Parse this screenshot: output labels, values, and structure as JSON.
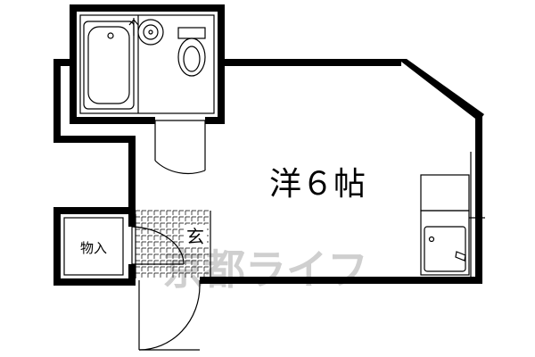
{
  "rooms": {
    "main": "洋６帖",
    "storage": "物入",
    "entrance": "玄"
  },
  "watermark": "京都ライフ",
  "colors": {
    "wall": "#000000",
    "watermark": "#cfcfcf",
    "background": "#ffffff"
  }
}
